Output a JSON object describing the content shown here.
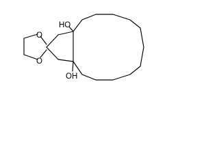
{
  "molecule": {
    "atom_labels": {
      "oxygen_top": "O",
      "oxygen_bottom": "O",
      "hydroxyl_top": "HO",
      "hydroxyl_bottom": "OH"
    },
    "colors": {
      "bond": "#000000",
      "text": "#000000",
      "background": "#ffffff"
    }
  }
}
